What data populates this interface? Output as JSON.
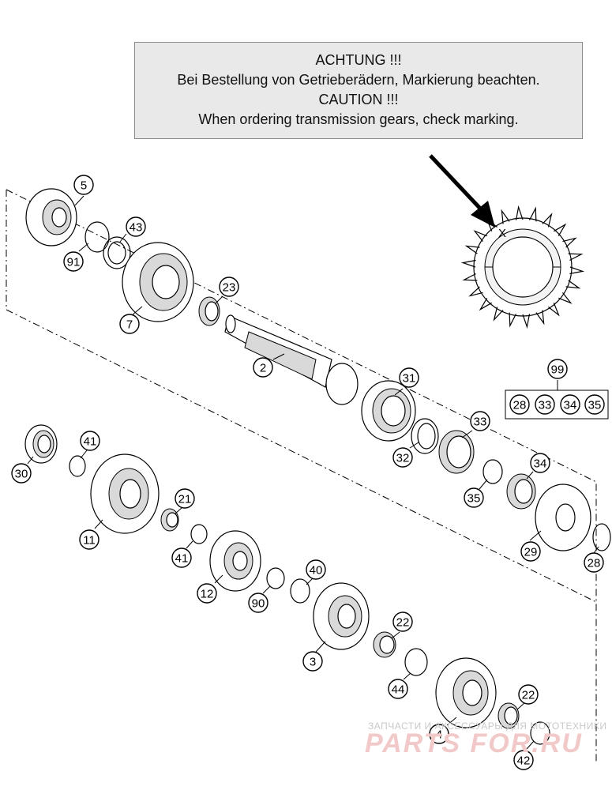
{
  "notice": {
    "line1": "ACHTUNG !!!",
    "line2": "Bei Bestellung von Getrieberädern, Markierung beachten.",
    "line3": "CAUTION !!!",
    "line4": "When ordering transmission gears, check marking."
  },
  "marking_symbol": "X",
  "labels": {
    "p5": "5",
    "p43": "43",
    "p91": "91",
    "p7": "7",
    "p23": "23",
    "p2": "2",
    "p31": "31",
    "p33a": "33",
    "p32": "32",
    "p99": "99",
    "p28a": "28",
    "p33b": "33",
    "p34a": "34",
    "p35a": "35",
    "p34b": "34",
    "p35b": "35",
    "p29": "29",
    "p28b": "28",
    "p41a": "41",
    "p30": "30",
    "p11": "11",
    "p21": "21",
    "p41b": "41",
    "p12": "12",
    "p40": "40",
    "p90": "90",
    "p3": "3",
    "p22a": "22",
    "p44": "44",
    "p4": "4",
    "p22b": "22",
    "p42": "42"
  },
  "watermark": {
    "top": "ЗАПЧАСТИ И АКСЕССУАРЫ ДЛЯ МОТОТЕХНИКИ",
    "logo": "PARTS FOR.RU"
  }
}
